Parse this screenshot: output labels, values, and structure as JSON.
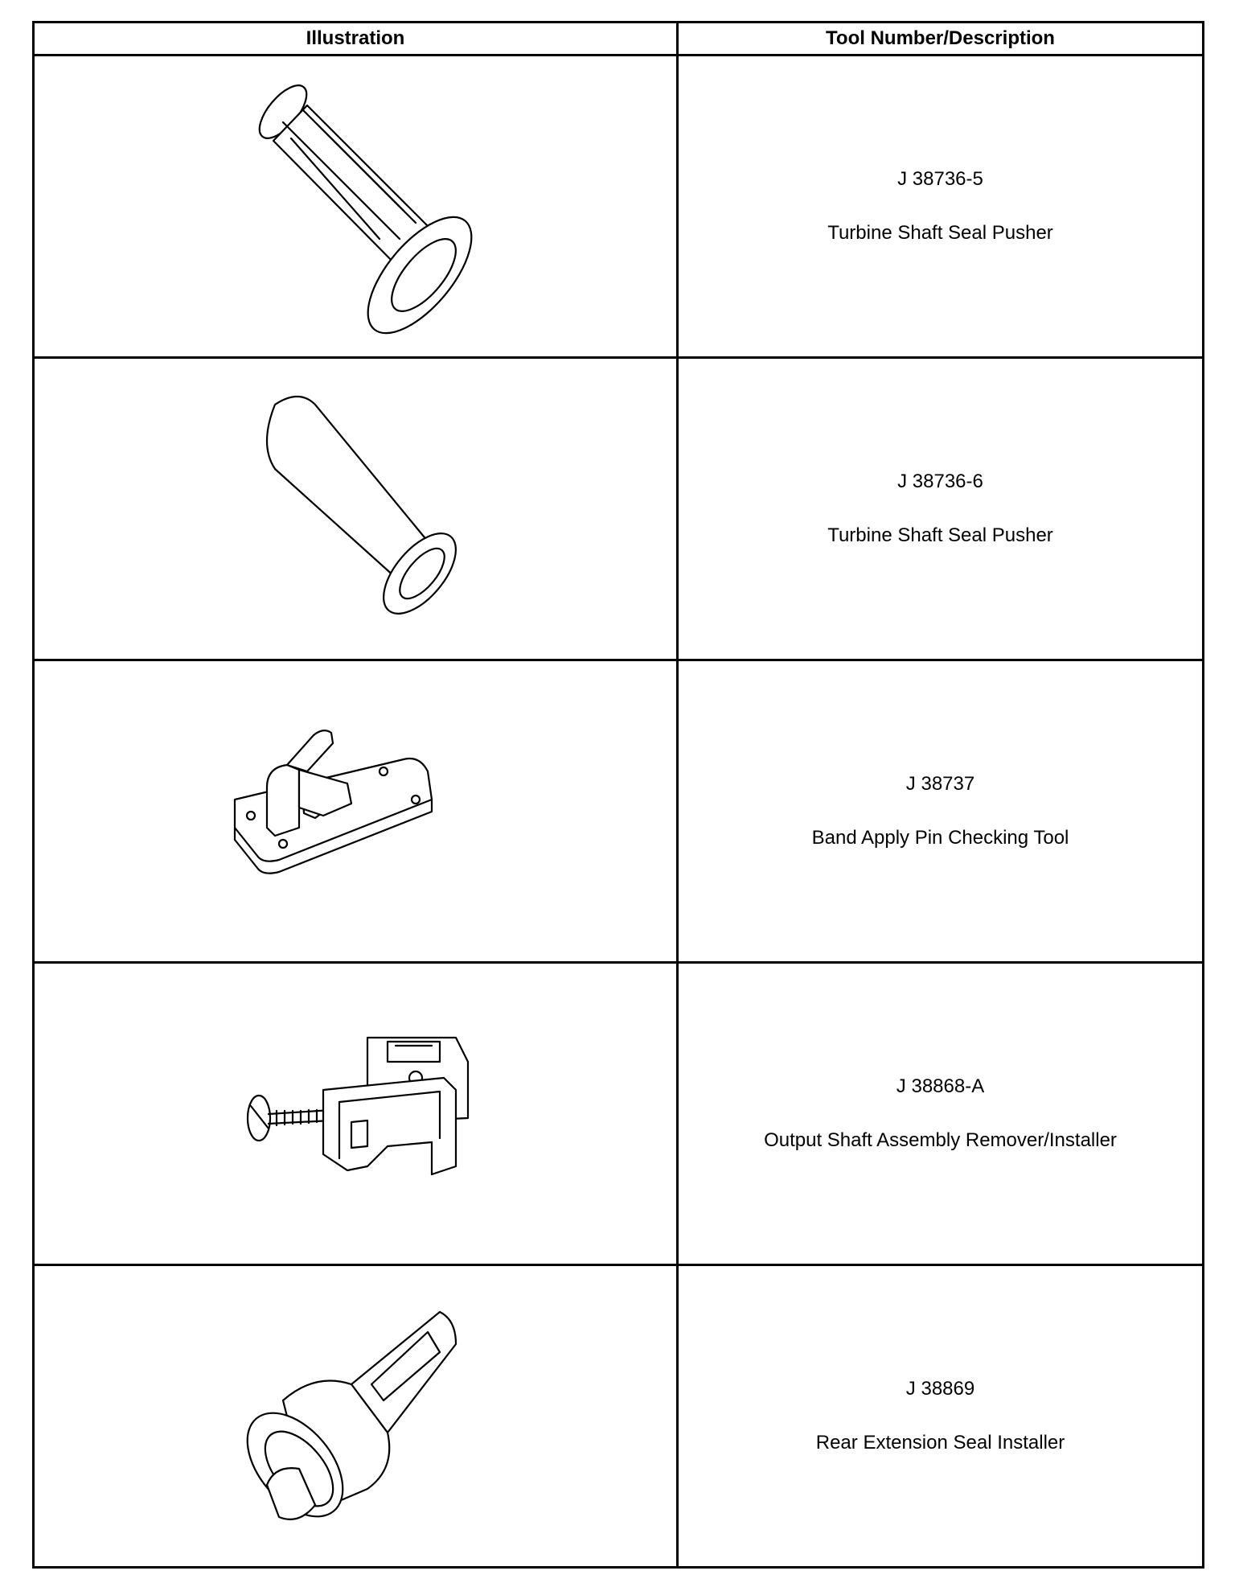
{
  "header": {
    "illustration": "Illustration",
    "tool": "Tool Number/Description"
  },
  "tools": [
    {
      "number": "J 38736-5",
      "description": "Turbine Shaft Seal Pusher",
      "icon": "turbine-shaft-seal-pusher-ribbed"
    },
    {
      "number": "J 38736-6",
      "description": "Turbine Shaft Seal Pusher",
      "icon": "turbine-shaft-seal-pusher-plain"
    },
    {
      "number": "J 38737",
      "description": "Band Apply Pin Checking Tool",
      "icon": "band-apply-pin-checking-tool"
    },
    {
      "number": "J 38868-A",
      "description": "Output Shaft Assembly Remover/Installer",
      "icon": "output-shaft-remover-installer"
    },
    {
      "number": "J 38869",
      "description": "Rear Extension Seal Installer",
      "icon": "rear-extension-seal-installer"
    }
  ]
}
